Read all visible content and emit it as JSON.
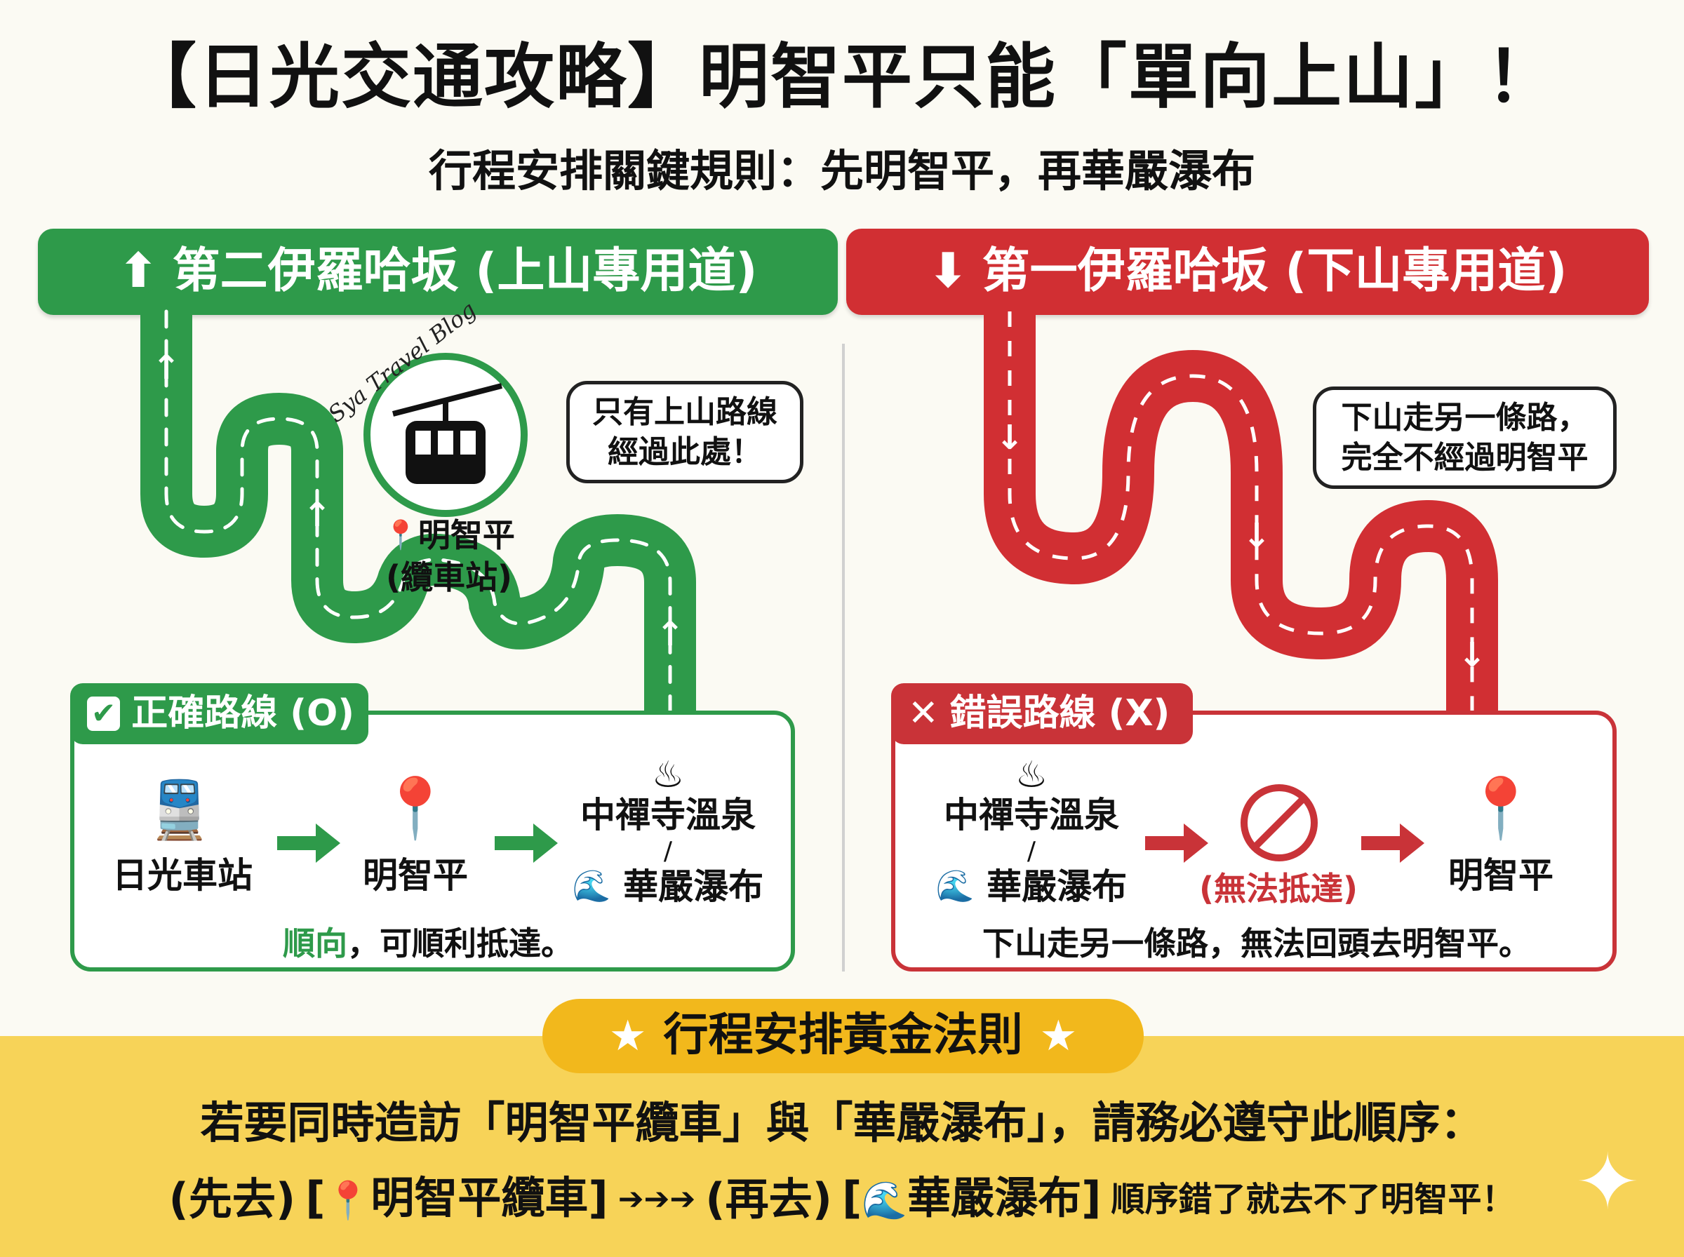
{
  "title": "【日光交通攻略】明智平只能「單向上山」！",
  "subtitle": "行程安排關鍵規則：先明智平，再華嚴瀑布",
  "colors": {
    "green": "#2e9a4a",
    "red": "#d12f33",
    "yellow": "#f7d358",
    "gold": "#f2b81c"
  },
  "left": {
    "banner_icon": "arrow-up",
    "banner": "第二伊羅哈坂 (上山專用道)",
    "watermark": "Sya Travel Blog",
    "cablecar_icon": "cable-car",
    "pin_label": "明智平",
    "station_label": "(纜車站)",
    "bubble_line1": "只有上山路線",
    "bubble_line2": "經過此處！",
    "tab_label": "正確路線 (O)",
    "steps": [
      {
        "icon": "train",
        "label": "日光車站"
      },
      {
        "icon": "map-pin",
        "label": "明智平"
      },
      {
        "icon": "hot-spring",
        "label": "中禪寺溫泉",
        "sep": "/",
        "label2": "華嚴瀑布"
      }
    ],
    "footer_highlight": "順向",
    "footer_rest": "，可順利抵達。"
  },
  "right": {
    "banner_icon": "arrow-down",
    "banner": "第一伊羅哈坂 (下山專用道)",
    "bubble_line1": "下山走另一條路，",
    "bubble_line2": "完全不經過明智平",
    "tab_label": "錯誤路線 (X)",
    "steps": [
      {
        "icon": "hot-spring",
        "label": "中禪寺溫泉",
        "sep": "/",
        "label2": "華嚴瀑布"
      },
      {
        "icon": "prohibited",
        "label": "(無法抵達)"
      },
      {
        "icon": "map-pin",
        "label": "明智平"
      }
    ],
    "footer": "下山走另一條路，無法回頭去明智平。"
  },
  "rule": {
    "title": "行程安排黃金法則",
    "line1": "若要同時造訪「明智平纜車」與「華嚴瀑布」，請務必遵守此順序：",
    "first": "(先去)",
    "first_item": "明智平纜車",
    "arrows": "➔➔➔",
    "then": "(再去)",
    "then_item": "華嚴瀑布",
    "warning": "順序錯了就去不了明智平！"
  }
}
